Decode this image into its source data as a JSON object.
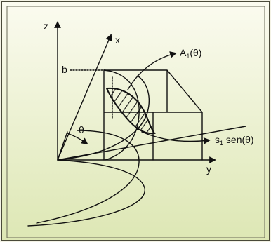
{
  "labels": {
    "z_axis": "z",
    "x_axis": "x",
    "y_axis": "y",
    "b_mark": "b",
    "theta": "θ",
    "area_main": "A",
    "area_sub": "1",
    "area_arg": "(θ)",
    "s_main": "s",
    "s_sub": "1",
    "s_arg": " sen(θ)"
  },
  "colors": {
    "background_top": "#fbfbf0",
    "background_bottom": "#dfe8b8",
    "frame": "#4a4a3a",
    "ink": "#111111"
  }
}
